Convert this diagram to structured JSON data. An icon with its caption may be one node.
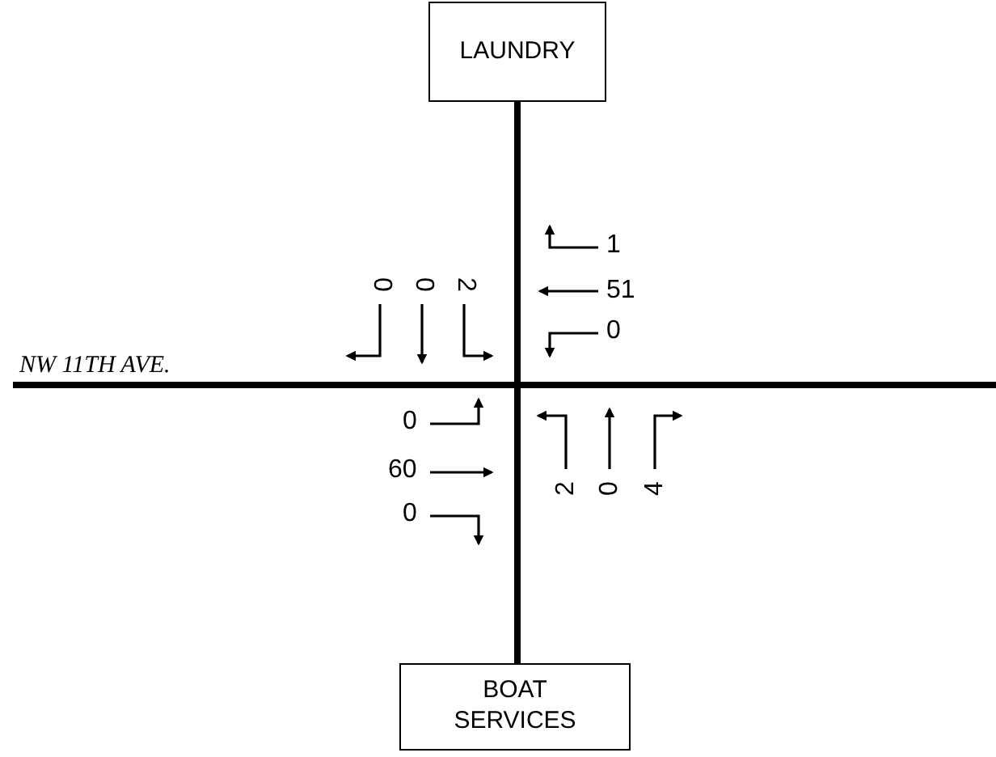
{
  "diagram": {
    "nodes": [
      {
        "text": [
          "LAUNDRY"
        ]
      },
      {
        "text": [
          "BOAT SERVICES"
        ]
      }
    ],
    "edges": [
      {
        "from": 0,
        "to": 1,
        "arrow": "none"
      }
    ],
    "labels": [
      "1",
      "51",
      "0",
      "0",
      "0",
      "2",
      "NW 11TH AVE.",
      "0",
      "60",
      "0",
      "2",
      "0",
      "4"
    ]
  }
}
